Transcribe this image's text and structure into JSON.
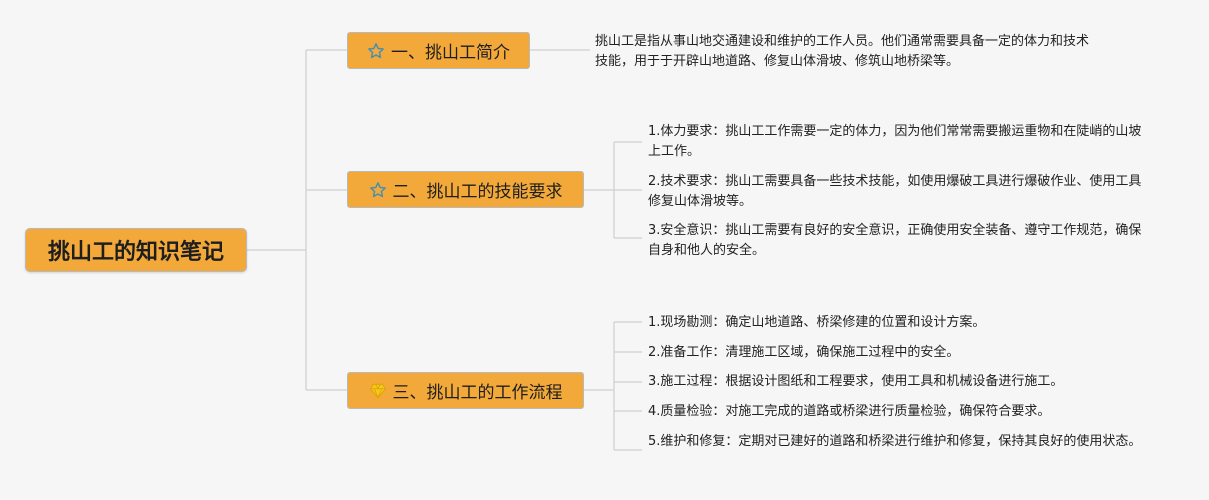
{
  "mindmap": {
    "root": "挑山工的知识笔记",
    "branches": [
      {
        "icon": "star-outline-icon",
        "label": "一、挑山工简介",
        "leaves": [
          "挑山工是指从事山地交通建设和维护的工作人员。他们通常需要具备一定的体力和技术技能，用于于开辟山地道路、修复山体滑坡、修筑山地桥梁等。"
        ]
      },
      {
        "icon": "star-outline-icon",
        "label": "二、挑山工的技能要求",
        "leaves": [
          "1.体力要求：挑山工工作需要一定的体力，因为他们常常需要搬运重物和在陡峭的山坡上工作。",
          "2.技术要求：挑山工需要具备一些技术技能，如使用爆破工具进行爆破作业、使用工具修复山体滑坡等。",
          "3.安全意识：挑山工需要有良好的安全意识，正确使用安全装备、遵守工作规范，确保自身和他人的安全。"
        ]
      },
      {
        "icon": "diamond-icon",
        "label": "三、挑山工的工作流程",
        "leaves": [
          "1.现场勘测：确定山地道路、桥梁修建的位置和设计方案。",
          "2.准备工作：清理施工区域，确保施工过程中的安全。",
          "3.施工过程：根据设计图纸和工程要求，使用工具和机械设备进行施工。",
          "4.质量检验：对施工完成的道路或桥梁进行质量检验，确保符合要求。",
          "5.维护和修复：定期对已建好的道路和桥梁进行维护和修复，保持其良好的使用状态。"
        ]
      }
    ]
  },
  "colors": {
    "node_fill": "#f3a93a",
    "node_border": "#b9b9b9",
    "connector": "#cfcfcf",
    "star_icon": "#4a8fb0",
    "diamond_icon": "#f7c51f"
  }
}
